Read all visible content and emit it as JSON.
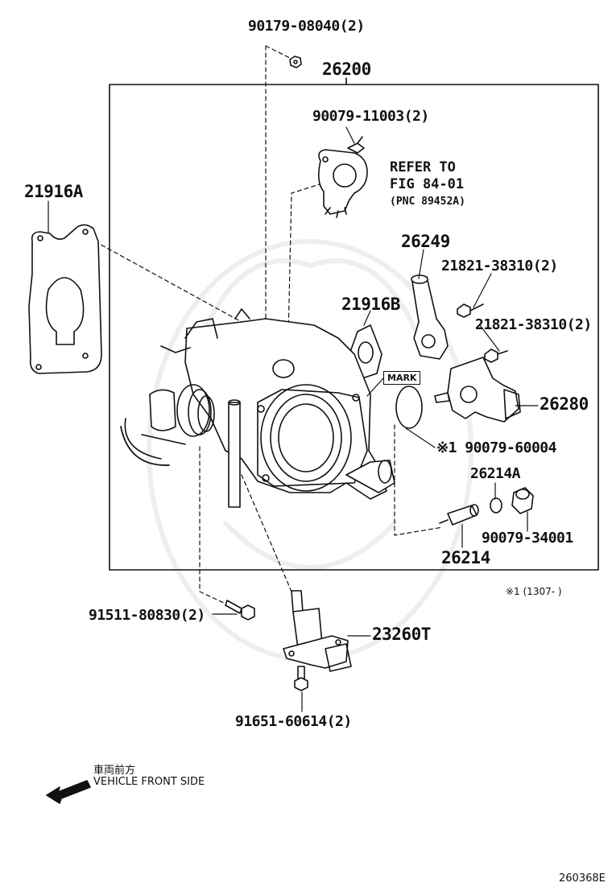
{
  "parts": {
    "nut_top": "90179-08040(2)",
    "assembly": "26200",
    "screw_sensor": "90079-11003(2)",
    "gasket_a": "21916A",
    "hose_26249": "26249",
    "bolt_a": "21821-38310(2)",
    "bolt_b": "21821-38310(2)",
    "gasket_b": "21916B",
    "sensor_26280": "26280",
    "oring": "※1 90079-60004",
    "screw_26214a": "26214A",
    "plug_34001": "90079-34001",
    "screw_26214": "26214",
    "bolt_91511": "91511-80830(2)",
    "valve_23260t": "23260T",
    "bolt_91651": "91651-60614(2)"
  },
  "refer": {
    "line1": "REFER TO",
    "line2": "FIG 84-01",
    "line3": "(PNC 89452A)"
  },
  "mark_label": "MARK",
  "footnote": "※1 (1307-      )",
  "legend": {
    "jp": "車両前方",
    "en": "VEHICLE FRONT SIDE"
  },
  "diagram_code": "260368E"
}
